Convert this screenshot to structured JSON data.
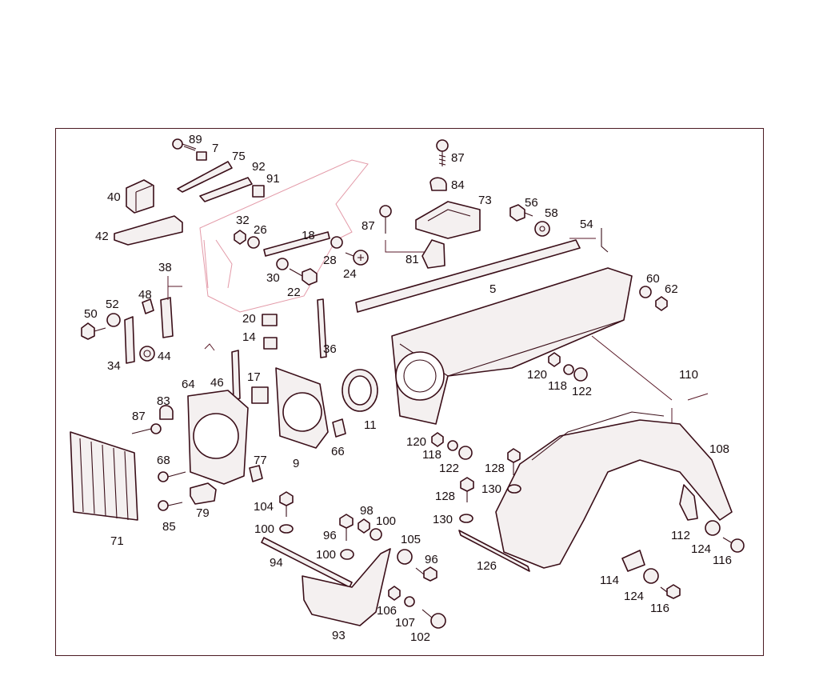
{
  "diagram": {
    "labels": [
      "89",
      "7",
      "75",
      "92",
      "91",
      "40",
      "42",
      "87",
      "84",
      "73",
      "87",
      "56",
      "58",
      "54",
      "81",
      "32",
      "26",
      "18",
      "28",
      "24",
      "30",
      "22",
      "5",
      "60",
      "62",
      "38",
      "48",
      "50",
      "52",
      "34",
      "44",
      "20",
      "14",
      "36",
      "46",
      "64",
      "17",
      "11",
      "120",
      "118",
      "122",
      "110",
      "83",
      "87",
      "71",
      "68",
      "79",
      "85",
      "77",
      "9",
      "66",
      "120",
      "118",
      "122",
      "128",
      "108",
      "128",
      "130",
      "104",
      "100",
      "98",
      "100",
      "96",
      "130",
      "105",
      "96",
      "94",
      "100",
      "126",
      "112",
      "124",
      "116",
      "114",
      "124",
      "116",
      "93",
      "106",
      "107",
      "102"
    ]
  }
}
